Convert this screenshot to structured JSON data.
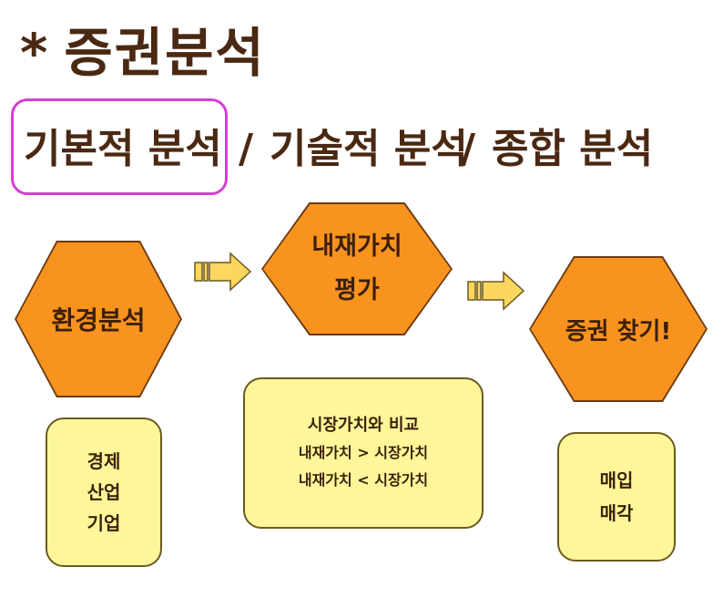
{
  "title": {
    "star": "*",
    "text": "증권분석"
  },
  "subtitle": {
    "items": [
      "기본적 분석",
      "기술적 분석",
      "종합 분석"
    ],
    "separator": "/"
  },
  "steps": [
    {
      "label_lines": [
        "환경분석"
      ]
    },
    {
      "label_lines": [
        "내재가치",
        "평가"
      ]
    },
    {
      "label_lines": [
        "증권 찾기!"
      ]
    }
  ],
  "notes": [
    {
      "lines": [
        "경제",
        "산업",
        "기업"
      ]
    },
    {
      "lines": [
        "시장가치와 비교",
        "내재가치 > 시장가치",
        "내재가치 < 시장가치"
      ]
    },
    {
      "lines": [
        "매입",
        "매각"
      ]
    }
  ],
  "colors": {
    "hexagon_fill": "#f7931e",
    "card_fill": "#fdf79a",
    "highlight_border": "#d63fd6",
    "text": "#4a2812",
    "arrow_fill": "#fbd760"
  }
}
